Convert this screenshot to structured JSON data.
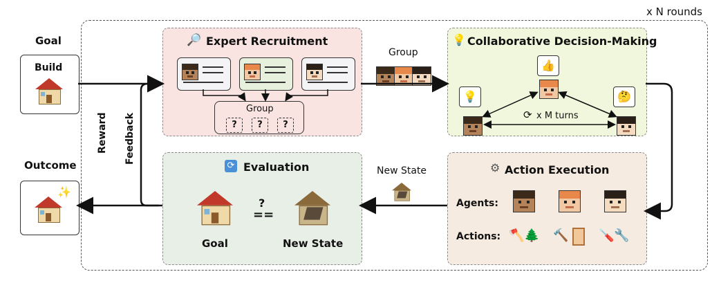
{
  "rounds_label": "x N rounds",
  "goal": {
    "title": "Goal",
    "build_label": "Build"
  },
  "outcome": {
    "title": "Outcome"
  },
  "feedback": {
    "line1": "Reward",
    "line2": "Feedback"
  },
  "recruitment": {
    "title": "Expert Recruitment",
    "group_label": "Group",
    "placeholders": [
      "?",
      "?",
      "?"
    ]
  },
  "group_arrow_label": "Group",
  "collab": {
    "title": "Collaborative Decision-Making",
    "turns_label": "x M turns"
  },
  "evaluation": {
    "title": "Evaluation",
    "question": "?",
    "equals": "==",
    "goal_label": "Goal",
    "state_label": "New State"
  },
  "new_state_label": "New State",
  "action": {
    "title": "Action Execution",
    "agents_label": "Agents:",
    "actions_label": "Actions:"
  },
  "icons": [
    "magnifier-icon",
    "lightbulb-icon",
    "refresh-icon",
    "gear-icon",
    "thumbs-up-icon",
    "thinking-face-icon",
    "sparkles-icon",
    "axe-icon",
    "tree-icon",
    "hammer-icon",
    "door-icon",
    "screwdriver-icon",
    "wrench-icon"
  ],
  "colors": {
    "recruit_bg": "#f9e4e2",
    "collab_bg": "#f1f7dc",
    "eval_bg": "#e8efe6",
    "action_bg": "#f6ebe0"
  }
}
